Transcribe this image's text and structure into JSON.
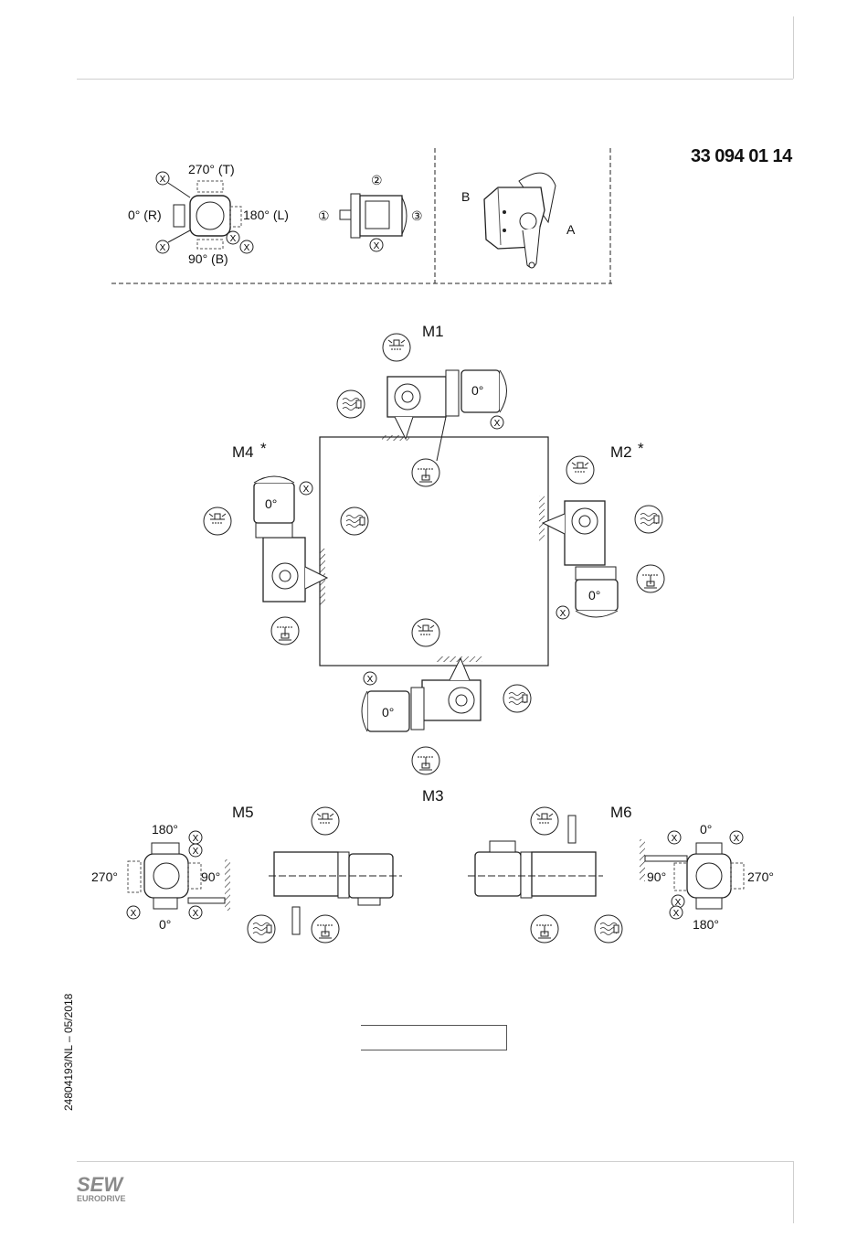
{
  "document": {
    "number": "33 094 01 14",
    "sidebar_code": "24804193/NL – 05/2018",
    "logo": {
      "name": "SEW",
      "sub": "EURODRIVE"
    }
  },
  "top_panel": {
    "angles": {
      "top": "270° (T)",
      "left": "0° (R)",
      "right": "180° (L)",
      "bottom": "90° (B)"
    },
    "positions": {
      "one": "①",
      "two": "②",
      "three": "③"
    },
    "view_labels": {
      "a": "A",
      "b": "B"
    },
    "x_marker": "X"
  },
  "mounting_positions": {
    "m1": "M1",
    "m2": "M2",
    "m3": "M3",
    "m4": "M4",
    "m5": "M5",
    "m6": "M6",
    "asterisk": "*",
    "motor_angle": "0°"
  },
  "m5_angles": {
    "top": "180°",
    "left": "270°",
    "right": "90°",
    "bottom": "0°"
  },
  "m6_angles": {
    "top": "0°",
    "left": "90°",
    "right": "270°",
    "bottom": "180°"
  }
}
